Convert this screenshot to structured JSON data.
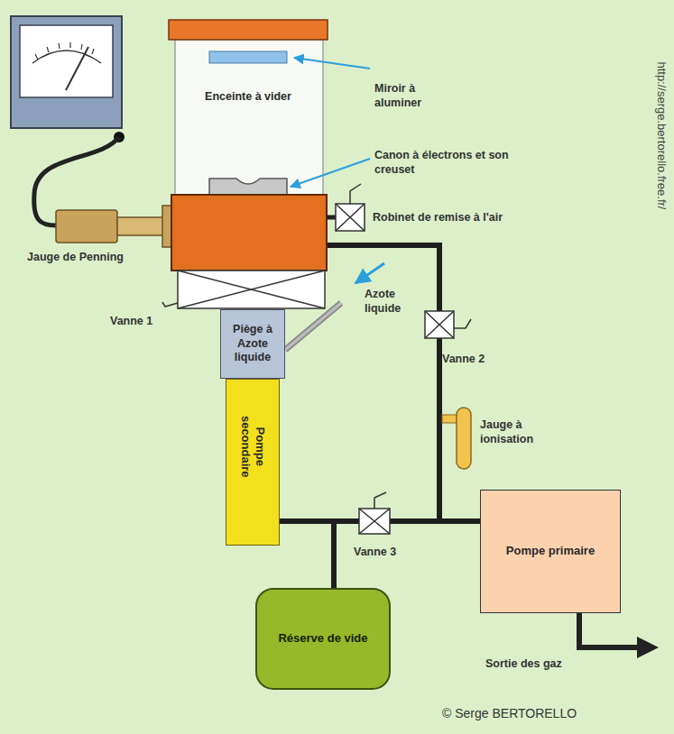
{
  "diagram": {
    "nodes": [
      {
        "text": [
          "Enceinte à vider"
        ]
      },
      {
        "text": [
          "Piège à Azote liquide"
        ]
      },
      {
        "text": [
          "Pompe secondaire"
        ]
      },
      {
        "text": [
          "Pompe primaire"
        ]
      },
      {
        "text": [
          "Réserve de vide"
        ]
      }
    ],
    "edges": [
      {
        "from": 0,
        "to": 3,
        "arrow": "none"
      },
      {
        "from": 2,
        "to": 3,
        "arrow": "none"
      },
      {
        "from": 2,
        "to": 4,
        "arrow": "none"
      }
    ],
    "labels": [
      "Miroir à aluminer",
      "Canon à électrons et son creuset",
      "Robinet de remise à l'air",
      "Jauge de Penning",
      "Vanne 1",
      "Azote liquide",
      "Vanne 2",
      "Jauge à ionisation",
      "Vanne 3",
      "Sortie des gaz",
      "http://serge.bertorello.free.fr/",
      "© Serge BERTORELLO"
    ]
  }
}
